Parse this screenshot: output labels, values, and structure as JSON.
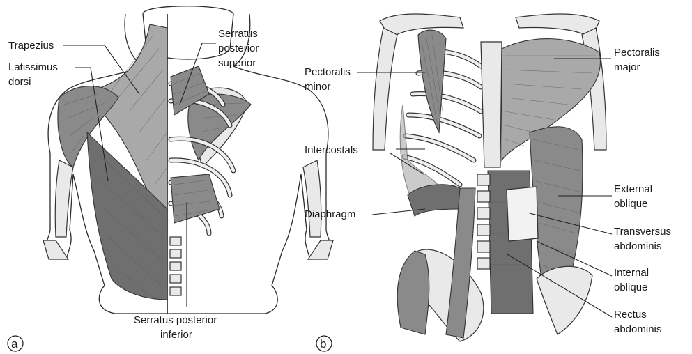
{
  "panel_a": {
    "letter": "a",
    "labels": {
      "trapezius": "Trapezius",
      "latissimus_1": "Latissimus",
      "latissimus_2": "dorsi",
      "serratus_sup_1": "Serratus",
      "serratus_sup_2": "posterior",
      "serratus_sup_3": "superior",
      "serratus_inf_1": "Serratus posterior",
      "serratus_inf_2": "inferior"
    }
  },
  "panel_b": {
    "letter": "b",
    "labels": {
      "pect_minor_1": "Pectoralis",
      "pect_minor_2": "minor",
      "intercostals": "Intercostals",
      "diaphragm": "Diaphragm",
      "pect_major_1": "Pectoralis",
      "pect_major_2": "major",
      "ext_oblique_1": "External",
      "ext_oblique_2": "oblique",
      "transversus_1": "Transversus",
      "transversus_2": "abdominis",
      "int_oblique_1": "Internal",
      "int_oblique_2": "oblique",
      "rectus_1": "Rectus",
      "rectus_2": "abdominis"
    }
  }
}
